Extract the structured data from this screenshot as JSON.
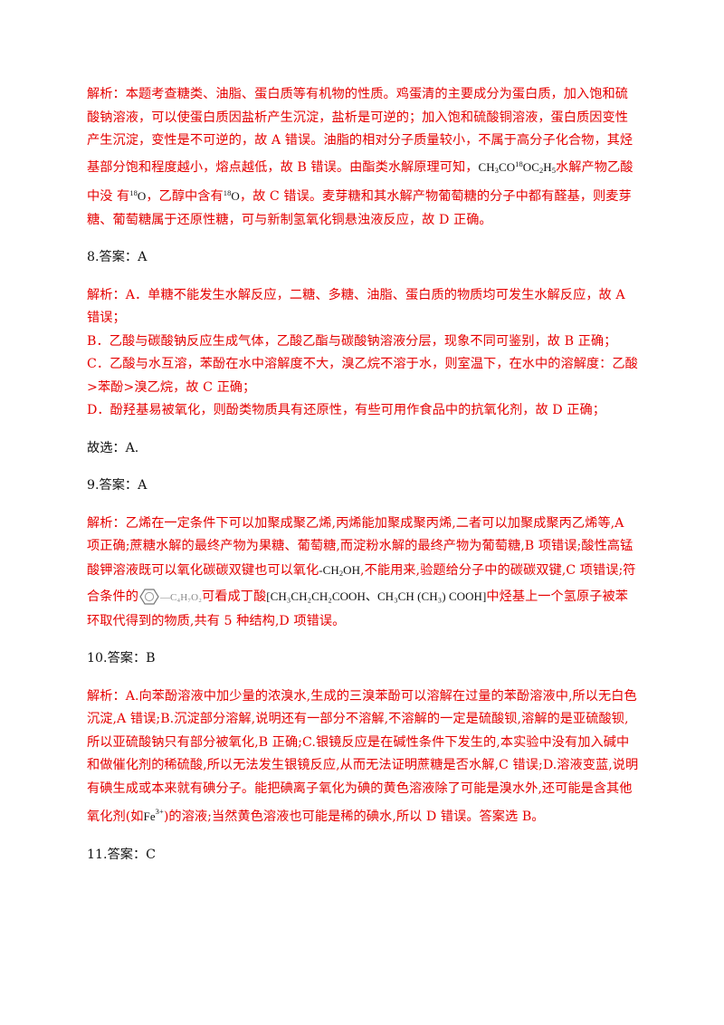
{
  "p1": {
    "a": "解析：本题考查糖类、油脂、蛋白质等有机物的性质。鸡蛋清的主要成分为蛋白质，加入饱和硫酸钠溶液，可以使蛋白质因盐析产生沉淀，盐析是可逆的；加入饱和硫酸铜溶液，蛋白质因变性产生沉淀，变性是不可逆的，故 A 错误。油脂的相对分子质量较小，不属于高分子化合物，其烃基部分饱和程度越小，熔点越低，故 B 错误。由酯类水解原理可知，",
    "ester_ch3co": "CH",
    "ester_3": "3",
    "ester_co": "CO",
    "ester_18": "18",
    "ester_oc": "OC",
    "ester_2": "2",
    "ester_h": "H",
    "ester_5": "5",
    "b": "水解产物乙酸中没 有",
    "o18_sup": "18",
    "o18_o": "O",
    "c": "，乙醇中含有",
    "d": "，故 C 错误。麦芽糖和其水解产物葡萄糖的分子中都有醛基，则麦芽糖、葡萄糖属于还原性糖，可与新制氢氧化铜悬浊液反应，故 D 正确。"
  },
  "q8": {
    "answer": "8.答案：A",
    "lines": [
      "解析：A．单糖不能发生水解反应，二糖、多糖、油脂、蛋白质的物质均可发生水解反应，故 A 错误；",
      "B．乙酸与碳酸钠反应生成气体，乙酸乙酯与碳酸钠溶液分层，现象不同可鉴别，故 B 正确；",
      "C．乙酸与水互溶，苯酚在水中溶解度不大，溴乙烷不溶于水，则室温下，在水中的溶解度：乙酸>苯酚>溴乙烷，故 C 正确；",
      "D．酚羟基易被氧化，则酚类物质具有还原性，有些可用作食品中的抗氧化剂，故 D 正确；"
    ],
    "conclusion": "故选：A."
  },
  "q9": {
    "answer": "9.答案：A",
    "a": "解析：乙烯在一定条件下可以加聚成聚乙烯,丙烯能加聚成聚丙烯,二者可以加聚成聚丙乙烯等,A 项正确;蔗糖水解的最终产物为果糖、葡萄糖,而淀粉水解的最终产物为葡萄糖,B 项错误;酸性高锰酸钾溶液既可以氧化碳碳双键也可以氧化",
    "ch2oh_a": "-CH",
    "ch2oh_2": "2",
    "ch2oh_b": "OH",
    "b": ",不能用来,验题给分子中的碳碳双键,C 项错误;符合条件的",
    "c4h7o2": "—C₄H₇O₂",
    "c": "可看成丁酸",
    "acid_formula": "[CH₃CH₂CH₂COOH、CH₃CH (CH₃) COOH]",
    "d": "中烃基上一个氢原子被苯环取代得到的物质,共有 5 种结构,D 项错误。"
  },
  "q10": {
    "answer": "10.答案：B",
    "a": "解析：A.向苯酚溶液中加少量的浓溴水,生成的三溴苯酚可以溶解在过量的苯酚溶液中,所以无白色沉淀,A 错误;B.沉淀部分溶解,说明还有一部分不溶解,不溶解的一定是硫酸钡,溶解的是亚硫酸钡,所以亚硫酸钠只有部分被氧化,B 正确;C.银镜反应是在碱性条件下发生的,本实验中没有加入碱中和做催化剂的稀硫酸,所以无法发生银镜反应,从而无法证明蔗糖是否水解,C 错误;D.溶液变蓝,说明有碘生成或本来就有碘分子。能把碘离子氧化为碘的黄色溶液除了可能是溴水外,还可能是含其他氧化剂(如",
    "fe": "Fe",
    "fe_charge": "3+",
    "b": ")的溶液;当然黄色溶液也可能是稀的碘水,所以 D 错误。答案选 B。"
  },
  "q11": {
    "answer": "11.答案：C"
  },
  "colors": {
    "explanation": "#e60000",
    "answer": "#111111"
  }
}
